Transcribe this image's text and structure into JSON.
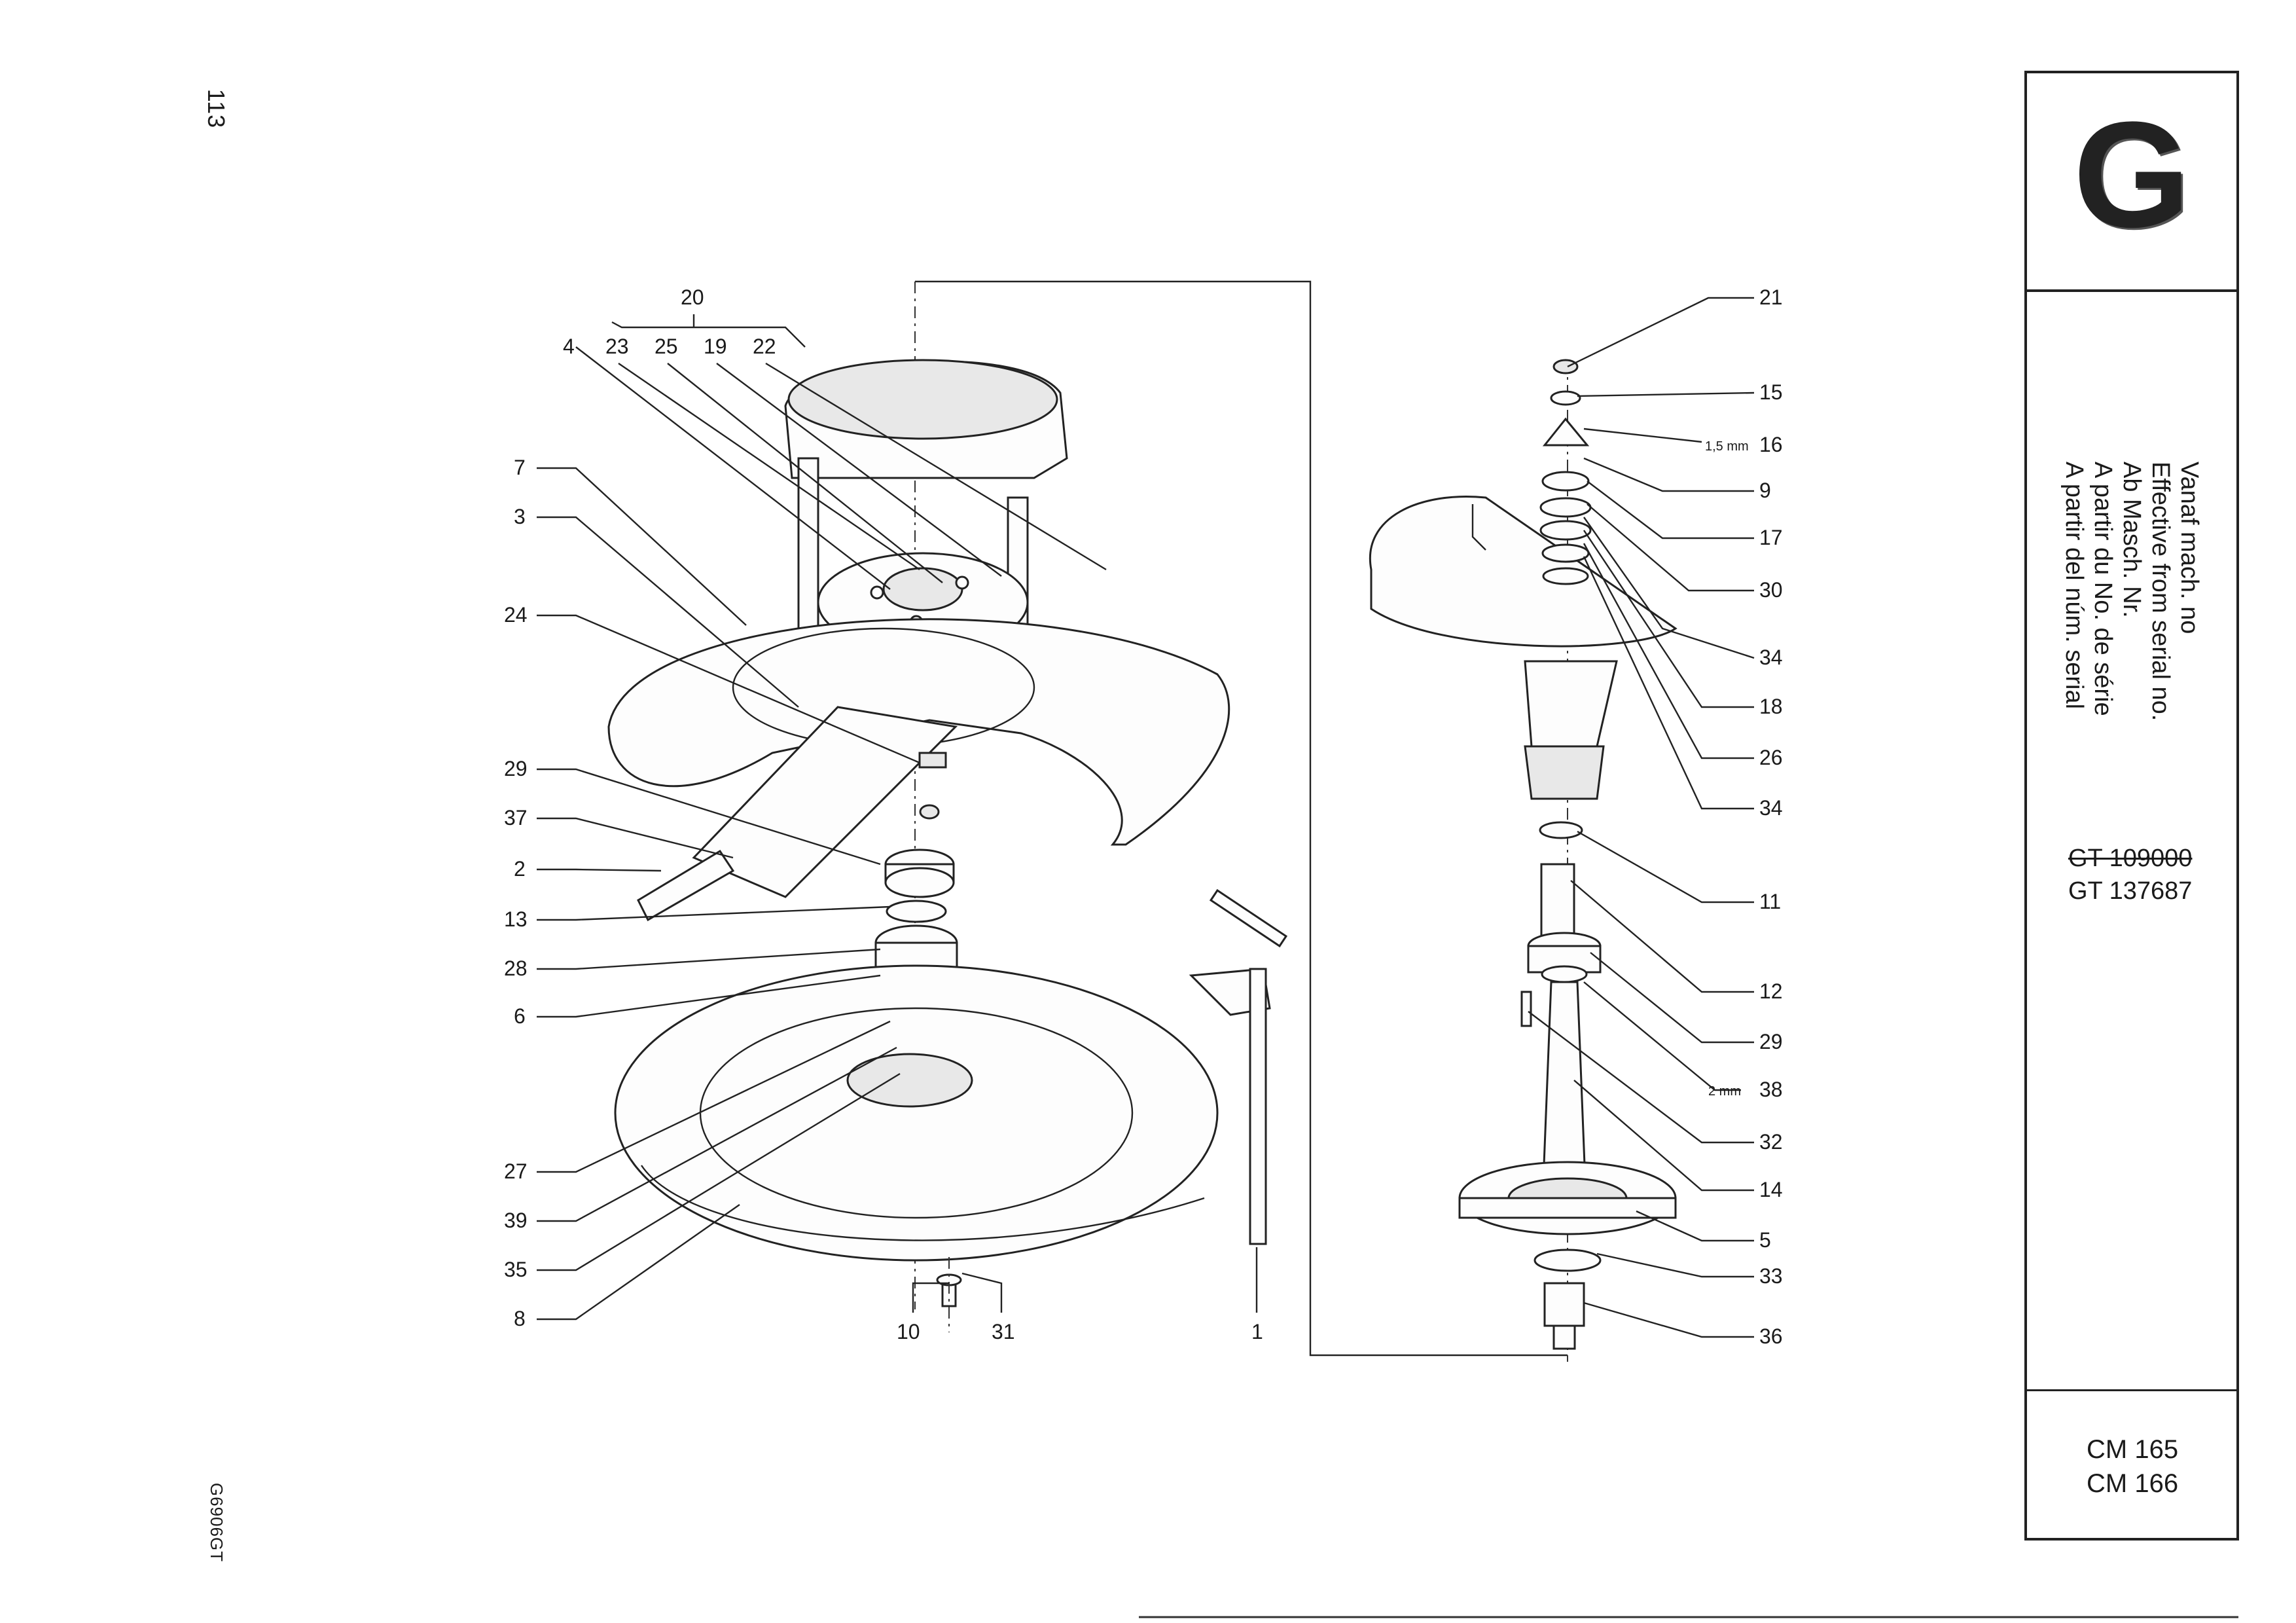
{
  "page": {
    "page_number": "113",
    "drawing_code": "G6906GT"
  },
  "side_panel": {
    "section_letter": "G",
    "effective_lines": [
      "Vanaf mach. no",
      "Effective from serial no.",
      "Ab Masch. Nr.",
      "A partir du No. de série",
      "A partir del núm. serial"
    ],
    "serial_old": "GT 109000",
    "serial_new": "GT 137687",
    "models": [
      "CM 165",
      "CM 166"
    ]
  },
  "callouts": {
    "left_group_top": "20",
    "c4": "4",
    "c23": "23",
    "c25": "25",
    "c19": "19",
    "c22": "22",
    "c7": "7",
    "c3": "3",
    "c24": "24",
    "c29a": "29",
    "c37": "37",
    "c2": "2",
    "c13": "13",
    "c28": "28",
    "c6": "6",
    "c27": "27",
    "c39": "39",
    "c35": "35",
    "c8": "8",
    "c10": "10",
    "c31": "31",
    "c1": "1",
    "c21": "21",
    "c15": "15",
    "c16": "16",
    "c16_note": "1,5 mm",
    "c9": "9",
    "c17": "17",
    "c30": "30",
    "c34a": "34",
    "c18": "18",
    "c26": "26",
    "c34b": "34",
    "c11": "11",
    "c12": "12",
    "c29b": "29",
    "c38": "38",
    "c38_note": "2 mm",
    "c32": "32",
    "c14": "14",
    "c5": "5",
    "c33": "33",
    "c36": "36"
  }
}
